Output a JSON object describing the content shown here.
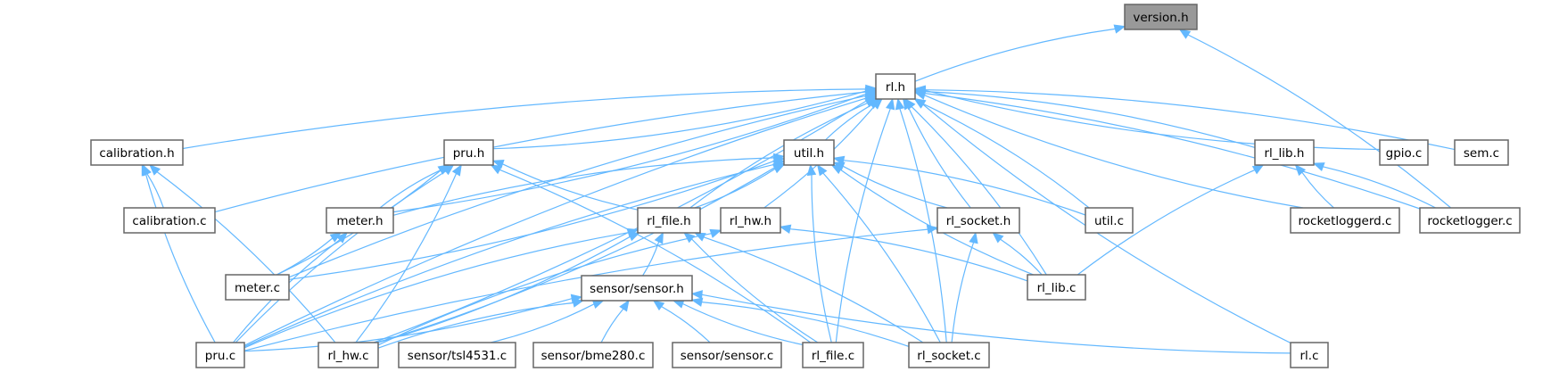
{
  "graph": {
    "type": "include-dependency-graph",
    "edge_color": "#63b8ff",
    "root_fill": "#999999",
    "node_border": "#666666",
    "nodes": [
      {
        "id": "version_h",
        "label": "version.h",
        "root": true
      },
      {
        "id": "rl_h",
        "label": "rl.h"
      },
      {
        "id": "calibration_h",
        "label": "calibration.h"
      },
      {
        "id": "pru_h",
        "label": "pru.h"
      },
      {
        "id": "util_h",
        "label": "util.h"
      },
      {
        "id": "rl_lib_h",
        "label": "rl_lib.h"
      },
      {
        "id": "gpio_c",
        "label": "gpio.c"
      },
      {
        "id": "sem_c",
        "label": "sem.c"
      },
      {
        "id": "calibration_c",
        "label": "calibration.c"
      },
      {
        "id": "meter_h",
        "label": "meter.h"
      },
      {
        "id": "rl_file_h",
        "label": "rl_file.h"
      },
      {
        "id": "rl_hw_h",
        "label": "rl_hw.h"
      },
      {
        "id": "rl_socket_h",
        "label": "rl_socket.h"
      },
      {
        "id": "util_c",
        "label": "util.c"
      },
      {
        "id": "rocketloggerd_c",
        "label": "rocketloggerd.c"
      },
      {
        "id": "rocketlogger_c",
        "label": "rocketlogger.c"
      },
      {
        "id": "meter_c",
        "label": "meter.c"
      },
      {
        "id": "sensor_h",
        "label": "sensor/sensor.h"
      },
      {
        "id": "rl_lib_c",
        "label": "rl_lib.c"
      },
      {
        "id": "pru_c",
        "label": "pru.c"
      },
      {
        "id": "rl_hw_c",
        "label": "rl_hw.c"
      },
      {
        "id": "tsl4531_c",
        "label": "sensor/tsl4531.c"
      },
      {
        "id": "bme280_c",
        "label": "sensor/bme280.c"
      },
      {
        "id": "sensor_c",
        "label": "sensor/sensor.c"
      },
      {
        "id": "rl_file_c",
        "label": "rl_file.c"
      },
      {
        "id": "rl_socket_c",
        "label": "rl_socket.c"
      },
      {
        "id": "rl_c",
        "label": "rl.c"
      }
    ],
    "edges": [
      {
        "from": "rl_h",
        "to": "version_h"
      },
      {
        "from": "rocketlogger_c",
        "to": "version_h"
      },
      {
        "from": "calibration_h",
        "to": "rl_h"
      },
      {
        "from": "pru_h",
        "to": "rl_h"
      },
      {
        "from": "util_h",
        "to": "rl_h"
      },
      {
        "from": "rl_lib_h",
        "to": "rl_h"
      },
      {
        "from": "gpio_c",
        "to": "rl_h"
      },
      {
        "from": "sem_c",
        "to": "rl_h"
      },
      {
        "from": "calibration_c",
        "to": "rl_h"
      },
      {
        "from": "meter_h",
        "to": "rl_h"
      },
      {
        "from": "rl_file_h",
        "to": "rl_h"
      },
      {
        "from": "rl_hw_h",
        "to": "rl_h"
      },
      {
        "from": "rl_socket_h",
        "to": "rl_h"
      },
      {
        "from": "util_c",
        "to": "rl_h"
      },
      {
        "from": "rocketloggerd_c",
        "to": "rl_h"
      },
      {
        "from": "rocketlogger_c",
        "to": "rl_h"
      },
      {
        "from": "meter_c",
        "to": "rl_h"
      },
      {
        "from": "rl_lib_c",
        "to": "rl_h"
      },
      {
        "from": "pru_c",
        "to": "rl_h"
      },
      {
        "from": "rl_hw_c",
        "to": "rl_h"
      },
      {
        "from": "rl_file_c",
        "to": "rl_h"
      },
      {
        "from": "rl_socket_c",
        "to": "rl_h"
      },
      {
        "from": "rl_c",
        "to": "rl_h"
      },
      {
        "from": "calibration_c",
        "to": "calibration_h"
      },
      {
        "from": "pru_c",
        "to": "calibration_h"
      },
      {
        "from": "rl_hw_c",
        "to": "calibration_h"
      },
      {
        "from": "meter_h",
        "to": "pru_h"
      },
      {
        "from": "meter_c",
        "to": "pru_h"
      },
      {
        "from": "pru_c",
        "to": "pru_h"
      },
      {
        "from": "rl_hw_c",
        "to": "pru_h"
      },
      {
        "from": "rl_file_h",
        "to": "pru_h"
      },
      {
        "from": "rl_file_c",
        "to": "pru_h"
      },
      {
        "from": "meter_h",
        "to": "util_h"
      },
      {
        "from": "rl_file_h",
        "to": "util_h"
      },
      {
        "from": "rl_socket_h",
        "to": "util_h"
      },
      {
        "from": "util_c",
        "to": "util_h"
      },
      {
        "from": "rl_lib_c",
        "to": "util_h"
      },
      {
        "from": "meter_c",
        "to": "util_h"
      },
      {
        "from": "pru_c",
        "to": "util_h"
      },
      {
        "from": "rl_hw_c",
        "to": "util_h"
      },
      {
        "from": "rl_file_c",
        "to": "util_h"
      },
      {
        "from": "rl_socket_c",
        "to": "util_h"
      },
      {
        "from": "rocketloggerd_c",
        "to": "rl_lib_h"
      },
      {
        "from": "rocketlogger_c",
        "to": "rl_lib_h"
      },
      {
        "from": "rl_lib_c",
        "to": "rl_lib_h"
      },
      {
        "from": "meter_c",
        "to": "meter_h"
      },
      {
        "from": "pru_c",
        "to": "meter_h"
      },
      {
        "from": "sensor_h",
        "to": "rl_file_h"
      },
      {
        "from": "pru_c",
        "to": "rl_file_h"
      },
      {
        "from": "rl_hw_c",
        "to": "rl_file_h"
      },
      {
        "from": "rl_file_c",
        "to": "rl_file_h"
      },
      {
        "from": "rl_socket_c",
        "to": "rl_file_h"
      },
      {
        "from": "rl_hw_c",
        "to": "rl_hw_h"
      },
      {
        "from": "rl_lib_c",
        "to": "rl_hw_h"
      },
      {
        "from": "pru_c",
        "to": "rl_socket_h"
      },
      {
        "from": "rl_lib_c",
        "to": "rl_socket_h"
      },
      {
        "from": "rl_socket_c",
        "to": "rl_socket_h"
      },
      {
        "from": "pru_c",
        "to": "sensor_h"
      },
      {
        "from": "rl_hw_c",
        "to": "sensor_h"
      },
      {
        "from": "tsl4531_c",
        "to": "sensor_h"
      },
      {
        "from": "bme280_c",
        "to": "sensor_h"
      },
      {
        "from": "sensor_c",
        "to": "sensor_h"
      },
      {
        "from": "rl_file_c",
        "to": "sensor_h"
      },
      {
        "from": "rl_socket_c",
        "to": "sensor_h"
      },
      {
        "from": "rl_c",
        "to": "sensor_h"
      }
    ]
  }
}
